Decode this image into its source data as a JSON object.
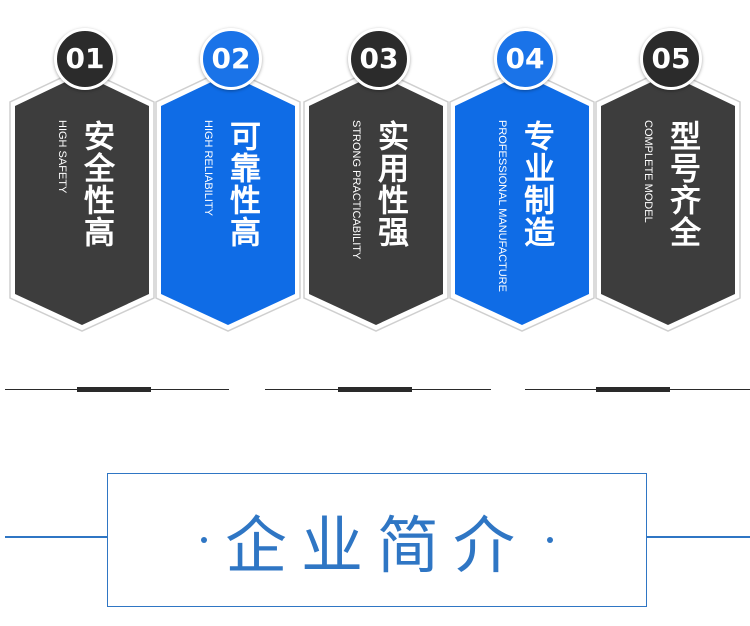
{
  "colors": {
    "dark": "#3d3d3d",
    "blue": "#0f6ce6",
    "badge_dark": "#2b2b2b",
    "badge_blue": "#1a73e8",
    "section_blue": "#2f76c4"
  },
  "features": [
    {
      "num": "01",
      "title": "安全性高",
      "subtitle": "HIGH SAFETY",
      "style": "dark"
    },
    {
      "num": "02",
      "title": "可靠性高",
      "subtitle": "HIGH RELIABILITY",
      "style": "blue"
    },
    {
      "num": "03",
      "title": "实用性强",
      "subtitle": "STRONG PRACTICABILITY",
      "style": "dark"
    },
    {
      "num": "04",
      "title": "专业制造",
      "subtitle": "PROFESSIONAL MANUFACTURE",
      "style": "blue"
    },
    {
      "num": "05",
      "title": "型号齐全",
      "subtitle": "COMPLETE MODEL",
      "style": "dark"
    }
  ],
  "section": {
    "title": "企业简介"
  }
}
